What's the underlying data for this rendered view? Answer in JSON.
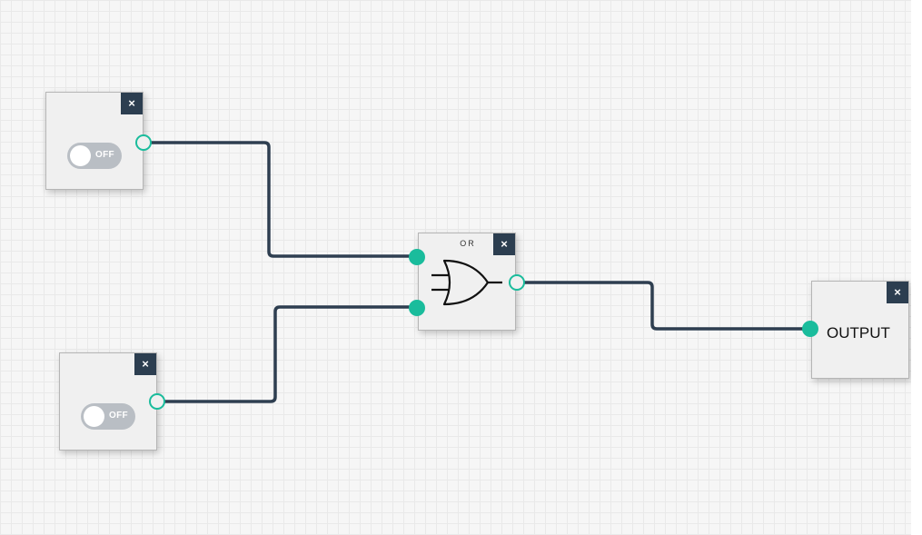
{
  "canvas": {
    "background": "#f6f6f6",
    "grid_color": "#e9e9e9",
    "wire_color": "#2e3e50",
    "port_color": "#1abc9c"
  },
  "switch_1": {
    "state_label": "OFF",
    "close_label": "×"
  },
  "switch_2": {
    "state_label": "OFF",
    "close_label": "×"
  },
  "or_gate": {
    "title": "OR",
    "close_label": "×",
    "symbol_icon": "or-gate-icon"
  },
  "output_node": {
    "label": "OUTPUT",
    "close_label": "×"
  }
}
